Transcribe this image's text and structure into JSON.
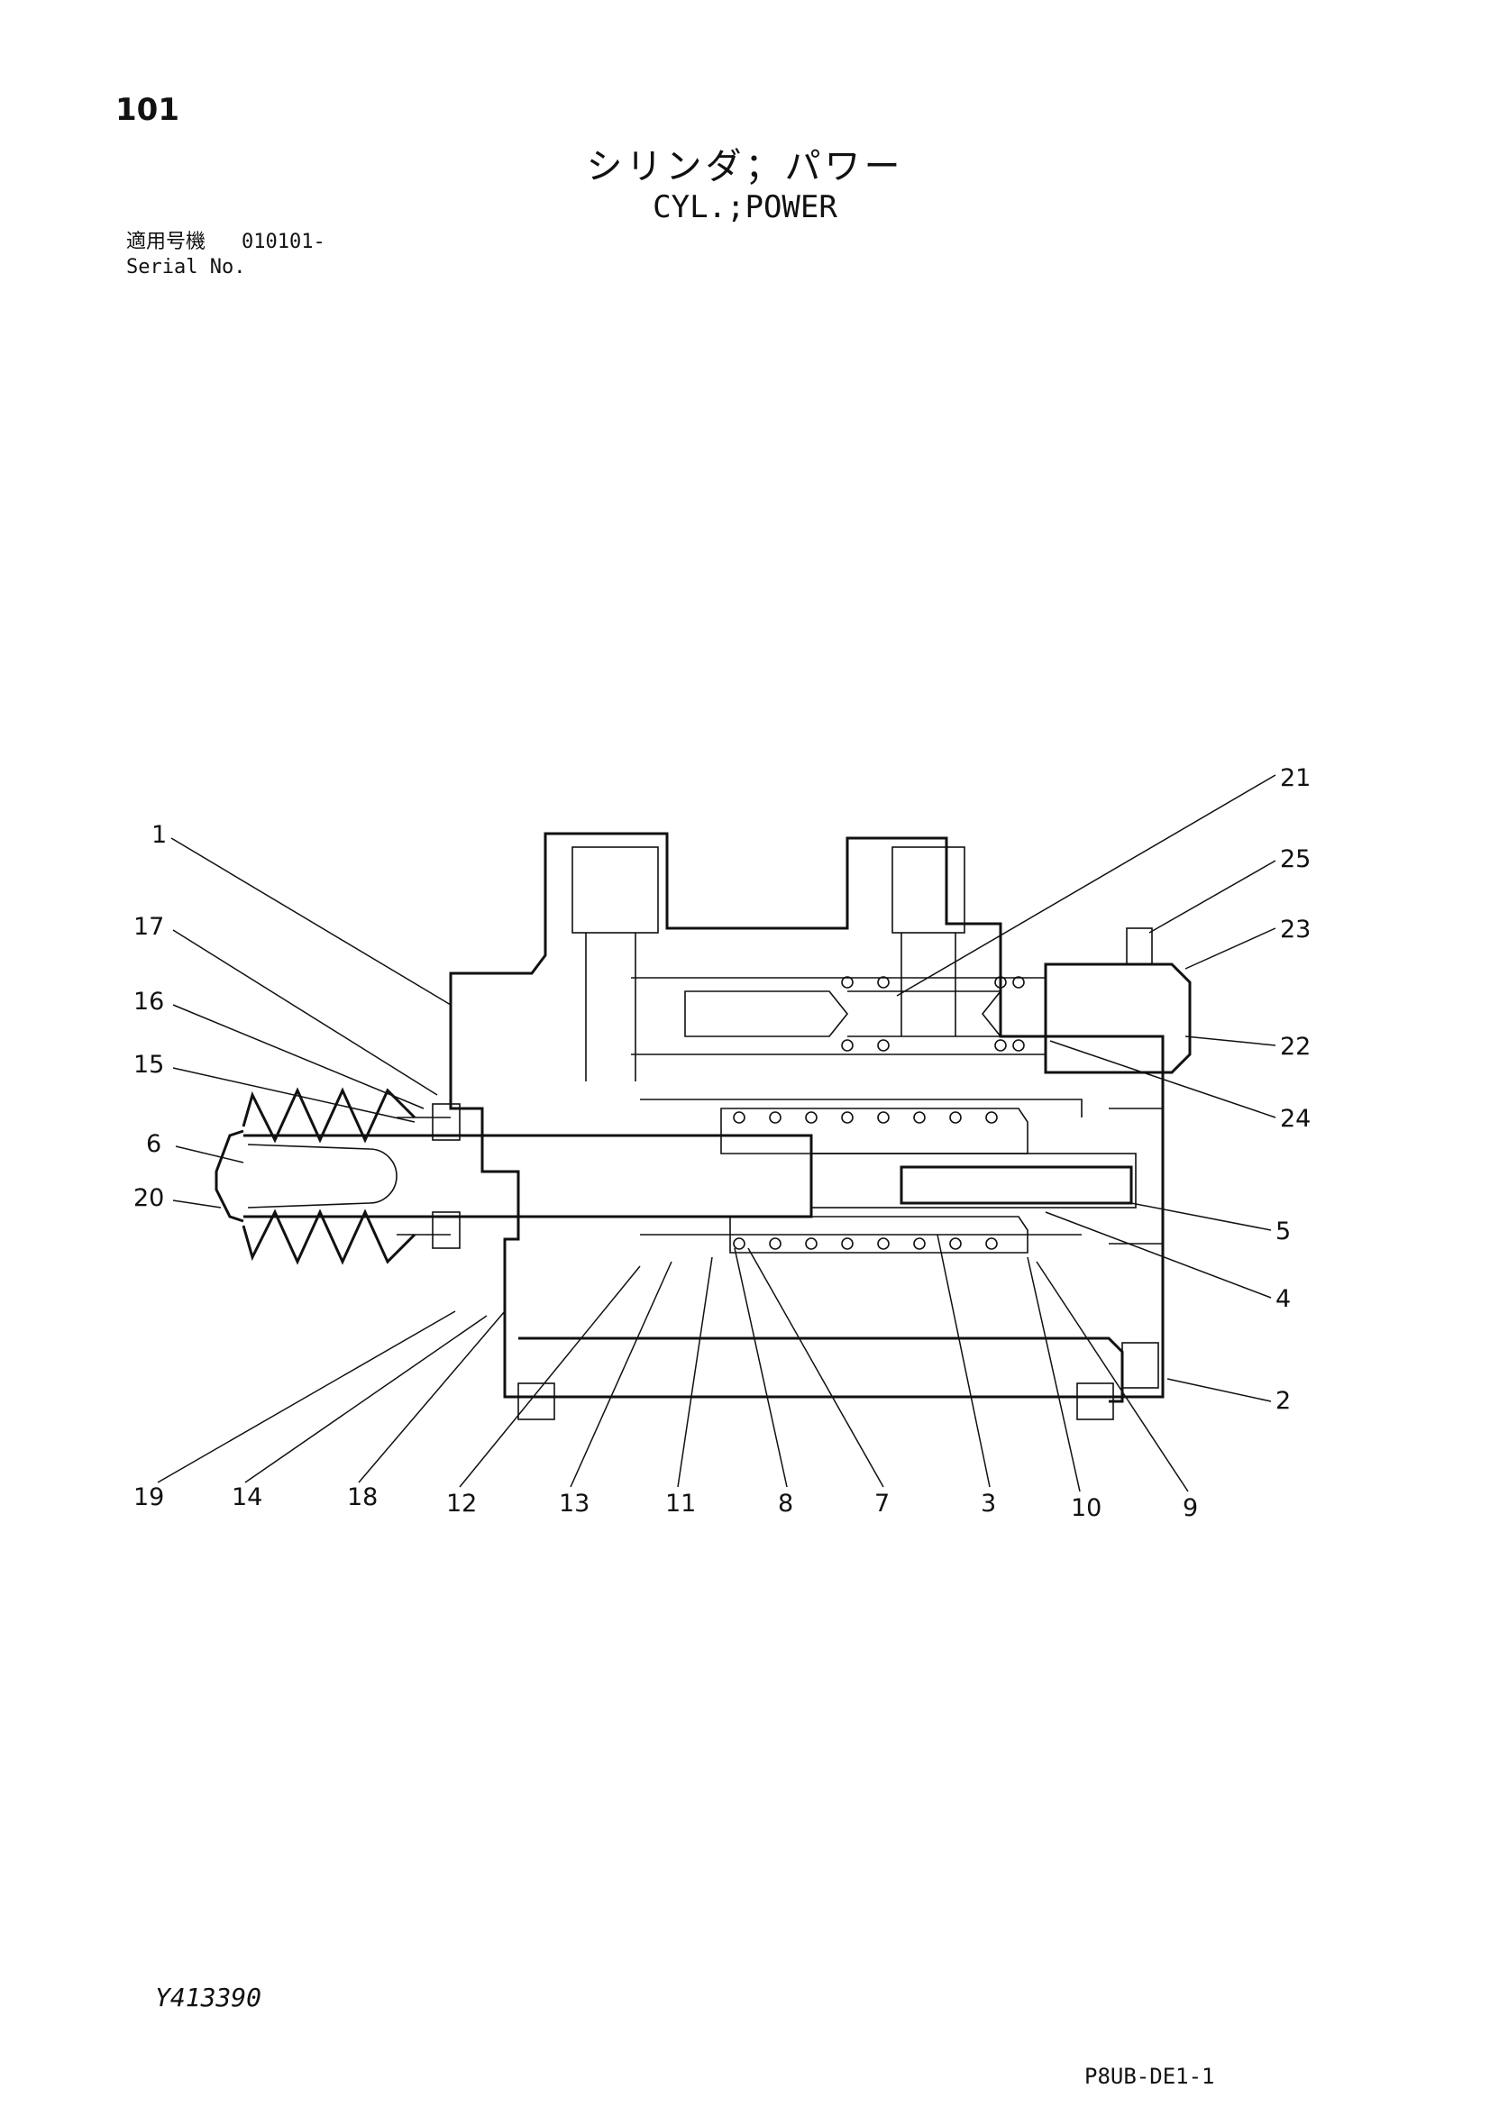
{
  "page": {
    "number": "101",
    "title_jp": "シリンダ；パワー",
    "title_en": "CYL.;POWER",
    "serial_label_jp": "適用号機",
    "serial_value": "010101-",
    "serial_label_en": "Serial No.",
    "drawing_number": "Y413390",
    "page_code": "P8UB-DE1-1"
  },
  "callouts": [
    "1",
    "2",
    "3",
    "4",
    "5",
    "6",
    "7",
    "8",
    "9",
    "10",
    "11",
    "12",
    "13",
    "14",
    "15",
    "16",
    "17",
    "18",
    "19",
    "20",
    "21",
    "22",
    "23",
    "24",
    "25"
  ]
}
